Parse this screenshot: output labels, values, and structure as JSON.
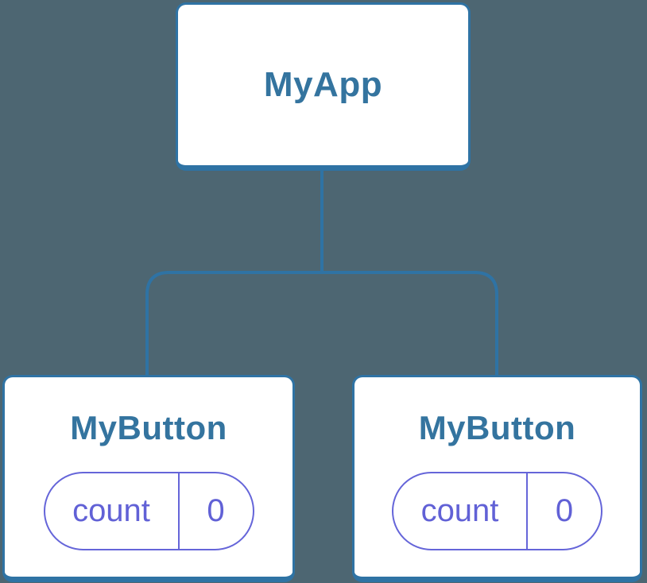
{
  "colors": {
    "background": "#4D6672",
    "card_background": "#FFFFFF",
    "card_border": "#2F73A4",
    "connector_line": "#2F73A4",
    "component_text": "#34749F",
    "state_accent": "#6565D9",
    "state_text": "#6161D6"
  },
  "tree": {
    "root": {
      "label": "MyApp"
    },
    "children": [
      {
        "label": "MyButton",
        "state": {
          "key": "count",
          "value": "0"
        }
      },
      {
        "label": "MyButton",
        "state": {
          "key": "count",
          "value": "0"
        }
      }
    ]
  }
}
